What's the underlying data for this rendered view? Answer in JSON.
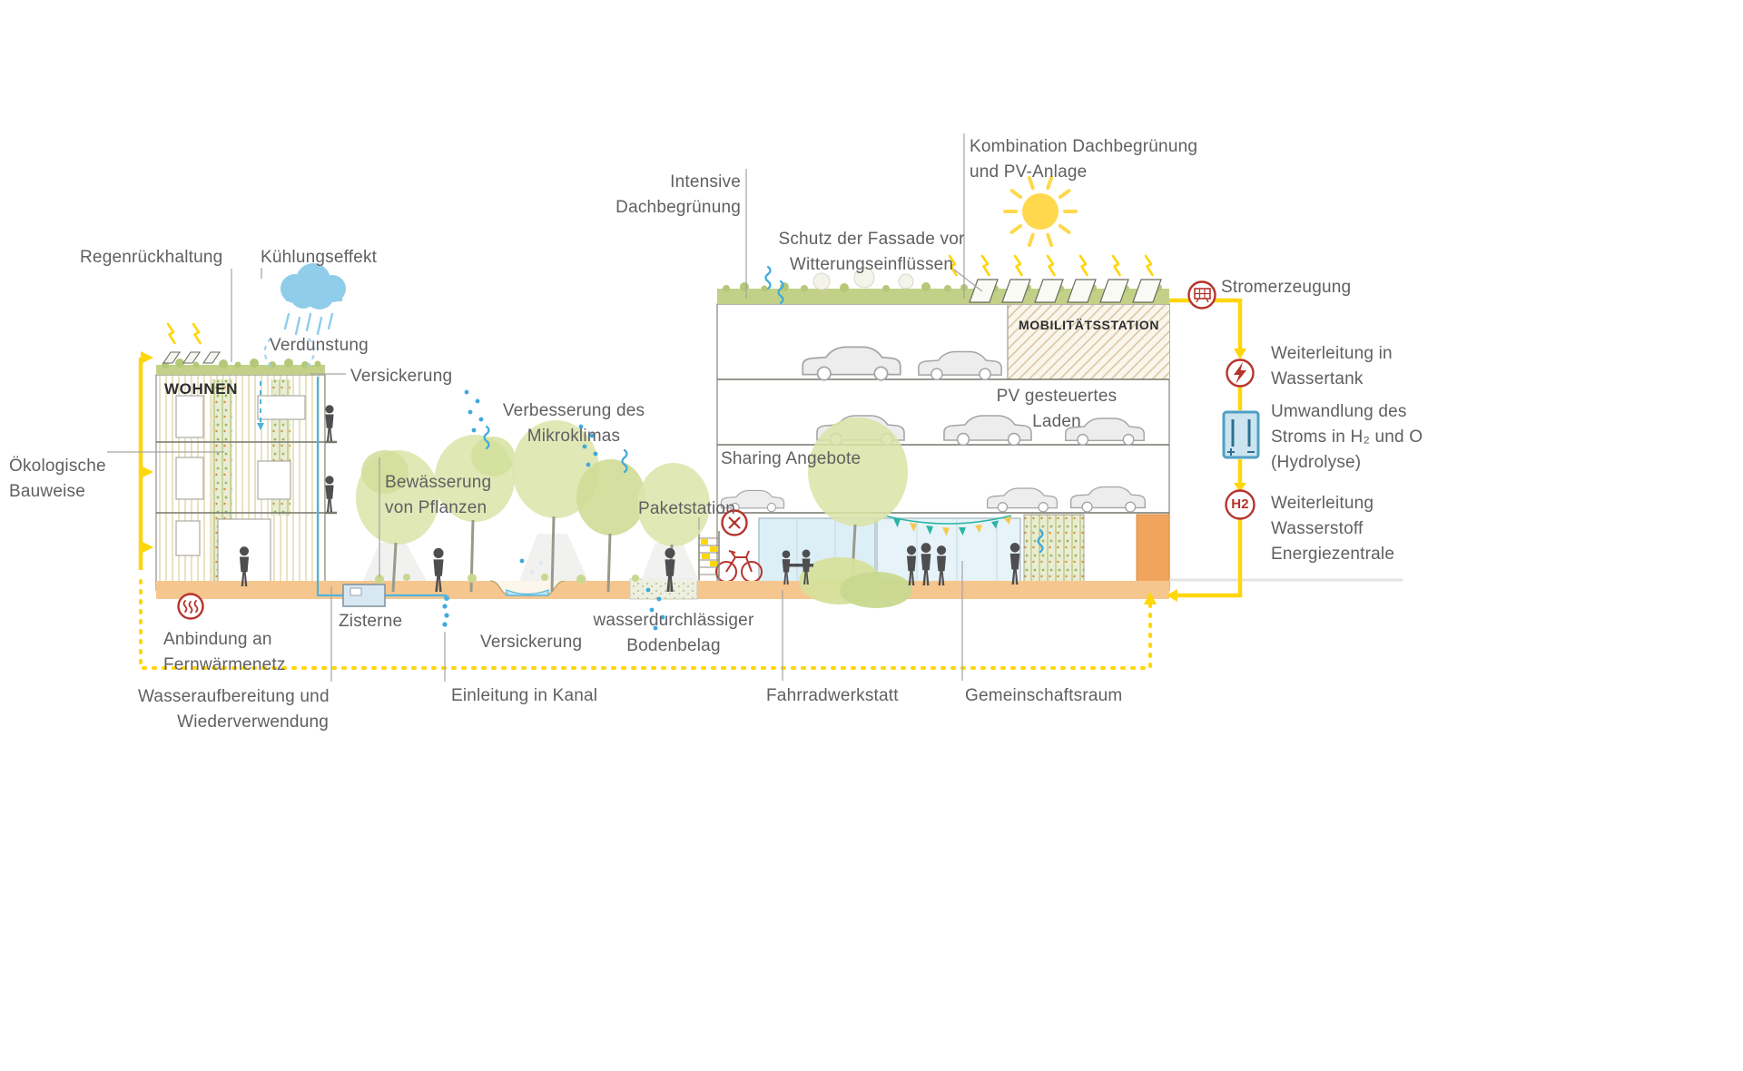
{
  "labels": {
    "regenrueckhaltung": "Regenrückhaltung",
    "kuehlungseffekt": "Kühlungseffekt",
    "verdunstung": "Verdunstung",
    "versickerung_dach": "Versickerung",
    "wohnen": "WOHNEN",
    "oekologische_bauweise": [
      "Ökologische",
      "Bauweise"
    ],
    "anbindung_fernwaerme": [
      "Anbindung an",
      "Fernwärmenetz"
    ],
    "wasseraufbereitung": [
      "Wasseraufbereitung und",
      "Wiederverwendung"
    ],
    "zisterne": "Zisterne",
    "versickerung_boden": "Versickerung",
    "einleitung_kanal": "Einleitung in Kanal",
    "bewaesserung": [
      "Bewässerung",
      "von Pflanzen"
    ],
    "mikroklima": [
      "Verbesserung des",
      "Mikroklimas"
    ],
    "paketstation": "Paketstation",
    "bodenbelag": [
      "wasserdurchlässiger",
      "Bodenbelag"
    ],
    "intensive_dachbegruenung": [
      "Intensive",
      "Dachbegrünung"
    ],
    "schutz_fassade": [
      "Schutz der Fassade vor",
      "Witterungseinflüssen"
    ],
    "kombination_pv": [
      "Kombination Dachbegrünung",
      "und PV-Anlage"
    ],
    "mobilitaetsstation": "MOBILITÄTSSTATION",
    "pv_laden": [
      "PV gesteuertes",
      "Laden"
    ],
    "sharing_angebote": "Sharing Angebote",
    "fahrradwerkstatt": "Fahrradwerkstatt",
    "gemeinschaftsraum": "Gemeinschaftsraum",
    "stromerzeugung": "Stromerzeugung",
    "weiterleitung_wassertank": [
      "Weiterleitung in",
      "Wassertank"
    ],
    "umwandlung": [
      "Umwandlung des",
      "Stroms in H₂ und O",
      "(Hydrolyse)"
    ],
    "h2_badge": "H2",
    "weiterleitung_wasserstoff": [
      "Weiterleitung",
      "Wasserstoff",
      "Energiezentrale"
    ]
  },
  "icons": {
    "district_heating": "heat-waves-icon",
    "electricity_generation": "solar-panel-icon",
    "power": "lightning-icon",
    "electrolysis": "electrolysis-tank-icon",
    "hydrogen": "h2-badge-icon",
    "bike_workshop": "bike-repair-icon",
    "sun": "sun-icon",
    "cooling": "rain-cloud-icon"
  },
  "colors": {
    "energy_yellow": "#FFD60A",
    "water_blue": "#3FA9DC",
    "cloud_blue": "#8FCDEA",
    "signal_red": "#B5342C",
    "ground_orange": "#F6C68F",
    "energy_center_orange": "#F0A45E",
    "roof_green": "#C3D188",
    "tree_green": "#DDE6AE",
    "label_gray": "#5F6062",
    "dark_text": "#2E2E2F"
  }
}
